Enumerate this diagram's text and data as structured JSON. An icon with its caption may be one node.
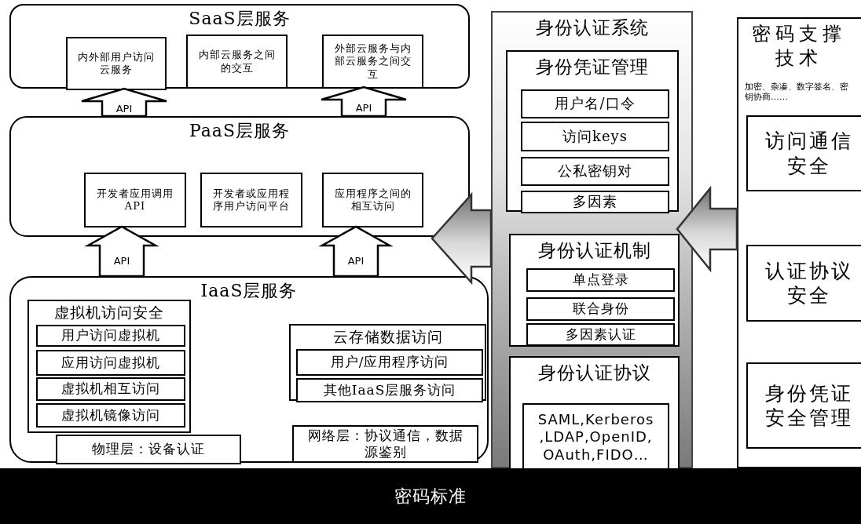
{
  "diagram": {
    "nodes": [
      {
        "text": [
          "SaaS层服务"
        ]
      },
      {
        "text": [
          "内外部用户访问云服务"
        ],
        "in": 0
      },
      {
        "text": [
          "内部云服务之间的交互"
        ],
        "in": 0
      },
      {
        "text": [
          "外部云服务与内部云服务之间交互"
        ],
        "in": 0
      },
      {
        "text": [
          "PaaS层服务"
        ]
      },
      {
        "text": [
          "开发者应用调用API"
        ],
        "in": 4
      },
      {
        "text": [
          "开发者或应用程序用户访问平台"
        ],
        "in": 4
      },
      {
        "text": [
          "应用程序之间的相互访问"
        ],
        "in": 4
      },
      {
        "text": [
          "IaaS层服务"
        ]
      },
      {
        "text": [
          "虚拟机访问安全"
        ],
        "in": 8
      },
      {
        "text": [
          "用户访问虚拟机"
        ],
        "in": 9
      },
      {
        "text": [
          "应用访问虚拟机"
        ],
        "in": 9
      },
      {
        "text": [
          "虚拟机相互访问"
        ],
        "in": 9
      },
      {
        "text": [
          "虚拟机镜像访问"
        ],
        "in": 9
      },
      {
        "text": [
          "物理层：设备认证"
        ],
        "in": 8
      },
      {
        "text": [
          "云存储数据访问"
        ],
        "in": 8
      },
      {
        "text": [
          "用户/应用程序访问"
        ],
        "in": 15
      },
      {
        "text": [
          "其他IaaS层服务访问"
        ],
        "in": 15
      },
      {
        "text": [
          "网络层：协议通信，数据源鉴别"
        ],
        "in": 8
      },
      {
        "text": [
          "身份认证系统"
        ]
      },
      {
        "text": [
          "身份凭证管理"
        ],
        "in": 19
      },
      {
        "text": [
          "用户名/口令"
        ],
        "in": 20
      },
      {
        "text": [
          "访问keys"
        ],
        "in": 20
      },
      {
        "text": [
          "公私密钥对"
        ],
        "in": 20
      },
      {
        "text": [
          "多因素"
        ],
        "in": 20
      },
      {
        "text": [
          "身份认证机制"
        ],
        "in": 19
      },
      {
        "text": [
          "单点登录"
        ],
        "in": 25
      },
      {
        "text": [
          "联合身份"
        ],
        "in": 25
      },
      {
        "text": [
          "多因素认证"
        ],
        "in": 25
      },
      {
        "text": [
          "身份认证协议"
        ],
        "in": 19
      },
      {
        "text": [
          "SAML,Kerberos ,LDAP,OpenID, OAuth,FIDO…"
        ],
        "in": 29
      },
      {
        "text": [
          "密码支撑技术",
          "加密、杂凑、数字签名、密钥协商……"
        ]
      },
      {
        "text": [
          "访问通信安全"
        ],
        "in": 31
      },
      {
        "text": [
          "认证协议安全"
        ],
        "in": 31
      },
      {
        "text": [
          "身份凭证安全管理"
        ],
        "in": 31
      },
      {
        "text": [
          "密码标准"
        ]
      }
    ],
    "edges": [
      {
        "from": 4,
        "to": 1,
        "arrow": "to",
        "label": "API"
      },
      {
        "from": 4,
        "to": 3,
        "arrow": "to",
        "label": "API"
      },
      {
        "from": 8,
        "to": 5,
        "arrow": "to",
        "label": "API"
      },
      {
        "from": 8,
        "to": 7,
        "arrow": "to",
        "label": "API"
      },
      {
        "from": 19,
        "to": 4,
        "arrow": "to",
        "color": "#707070"
      },
      {
        "from": 31,
        "to": 19,
        "arrow": "to",
        "color": "#707070"
      }
    ]
  }
}
